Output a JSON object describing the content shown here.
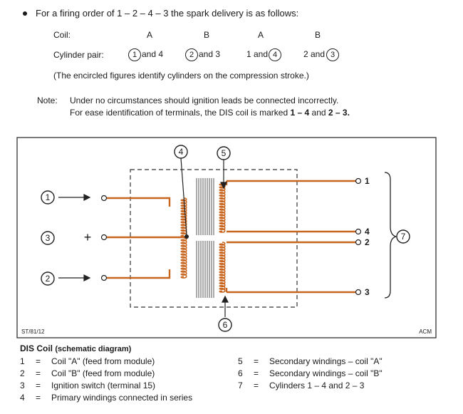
{
  "intro": "For a firing order of 1 – 2 – 4 – 3 the spark delivery is as follows:",
  "coil_label": "Coil:",
  "coils": [
    "A",
    "B",
    "A",
    "B"
  ],
  "cylinder_pair_label": "Cylinder pair:",
  "pairs": [
    {
      "circled": "1",
      "text": "and 4"
    },
    {
      "circled": "2",
      "text": "and 3"
    },
    {
      "pre": "1 and",
      "circled": "4"
    },
    {
      "pre": "2 and",
      "circled": "3"
    }
  ],
  "encircled_note": "(The encircled figures identify cylinders on the compression stroke.)",
  "note_label": "Note:",
  "note_line1": "Under no circumstances should ignition leads be connected incorrectly.",
  "note_line2_prefix": "For ease identification of terminals, the DIS coil is marked",
  "note_mark_a": "1 – 4",
  "note_and": "and",
  "note_mark_b": "2 – 3.",
  "diagram": {
    "left_labels": [
      "1",
      "3",
      "2"
    ],
    "plus": "+",
    "top_labels": [
      "4",
      "5"
    ],
    "bottom_label": "6",
    "right_terminals": [
      "1",
      "4",
      "2",
      "3"
    ],
    "brace_label": "7",
    "code": "ST/81/12",
    "acm": "ACM",
    "colors": {
      "wire": "#c8651e",
      "frame": "#333333"
    }
  },
  "legend_title": "DIS Coil",
  "legend_subtitle": "(schematic diagram)",
  "legend_left": [
    {
      "n": "1",
      "eq": "=",
      "text": "Coil \"A\" (feed from module)"
    },
    {
      "n": "2",
      "eq": "=",
      "text": "Coil \"B\" (feed from module)"
    },
    {
      "n": "3",
      "eq": "=",
      "text": "Ignition switch (terminal 15)"
    },
    {
      "n": "4",
      "eq": "=",
      "text": "Primary windings connected in series"
    }
  ],
  "legend_right": [
    {
      "n": "5",
      "eq": "=",
      "text": "Secondary windings – coil \"A\""
    },
    {
      "n": "6",
      "eq": "=",
      "text": "Secondary windings – coil \"B\""
    },
    {
      "n": "7",
      "eq": "=",
      "text": "Cylinders 1 – 4 and 2 – 3"
    }
  ]
}
